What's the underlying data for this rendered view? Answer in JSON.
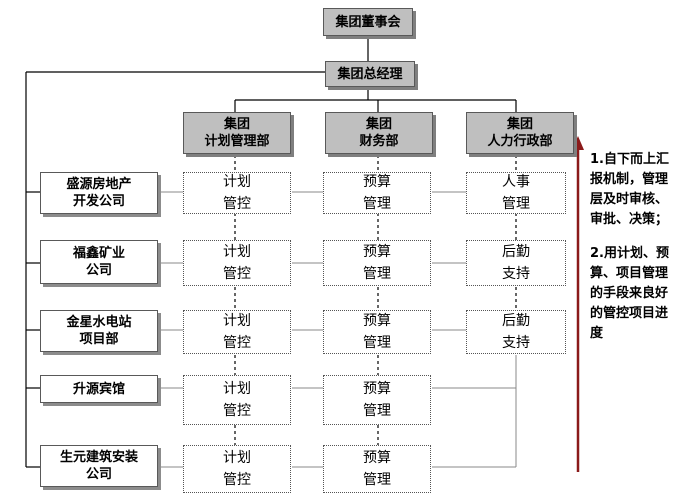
{
  "top": {
    "board": "集团董事会",
    "gm": "集团总经理"
  },
  "departments": [
    {
      "line1": "集团",
      "line2": "计划管理部"
    },
    {
      "line1": "集团",
      "line2": "财务部"
    },
    {
      "line1": "集团",
      "line2": "人力行政部"
    }
  ],
  "companies": [
    {
      "line1": "盛源房地产",
      "line2": "开发公司"
    },
    {
      "line1": "福鑫矿业",
      "line2": "公司"
    },
    {
      "line1": "金星水电站",
      "line2": "项目部"
    },
    {
      "line1": "升源宾馆",
      "line2": ""
    },
    {
      "line1": "生元建筑安装",
      "line2": "公司"
    }
  ],
  "functions": {
    "plan": {
      "line1": "计划",
      "line2": "管控"
    },
    "budget": {
      "line1": "预算",
      "line2": "管理"
    },
    "hr": {
      "line1": "人事",
      "line2": "管理"
    },
    "logistics": {
      "line1": "后勤",
      "line2": "支持"
    }
  },
  "notes": {
    "note1": "1.自下而上汇报机制，管理层及时审核、审批、决策；",
    "note2": "2.用计划、预算、项目管理的手段来良好的管控项目进度"
  },
  "colors": {
    "header_fill": "#bfbfbf",
    "arrow": "#8b1a1a",
    "line": "#000000"
  }
}
